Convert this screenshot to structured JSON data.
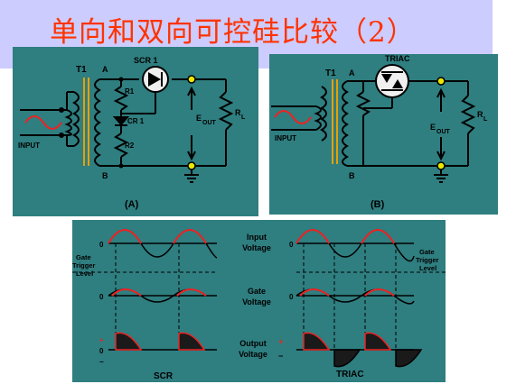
{
  "title": "单向和双向可控硅比较（2）",
  "panel_a": {
    "t1": "T1",
    "node_a": "A",
    "node_b": "B",
    "scr": "SCR 1",
    "r1": "R1",
    "cr1": "CR 1",
    "r2": "R2",
    "input": "INPUT",
    "eout": "E",
    "eout_sub": "OUT",
    "rl": "R",
    "rl_sub": "L",
    "caption": "(A)"
  },
  "panel_b": {
    "t1": "T1",
    "node_a": "A",
    "node_b": "B",
    "triac": "TRIAC",
    "input": "INPUT",
    "eout": "E",
    "eout_sub": "OUT",
    "rl": "R",
    "rl_sub": "L",
    "caption": "(B)"
  },
  "waveforms": {
    "input_voltage_1": "Input",
    "input_voltage_2": "Voltage",
    "gate_voltage_1": "Gate",
    "gate_voltage_2": "Voltage",
    "output_voltage_1": "Output",
    "output_voltage_2": "Voltage",
    "gate_trigger_left_1": "Gate",
    "gate_trigger_left_2": "Trigger",
    "gate_trigger_left_3": "Level",
    "gate_trigger_right_1": "Gate",
    "gate_trigger_right_2": "Trigger",
    "gate_trigger_right_3": "Level",
    "zero": "0",
    "plus": "+",
    "minus": "−",
    "scr_label": "SCR",
    "triac_label": "TRIAC"
  },
  "colors": {
    "panel": "#2f7e80",
    "band": "#ccccff",
    "title": "#ff3300",
    "trace": "#ee2222",
    "node": "#e8e800"
  }
}
